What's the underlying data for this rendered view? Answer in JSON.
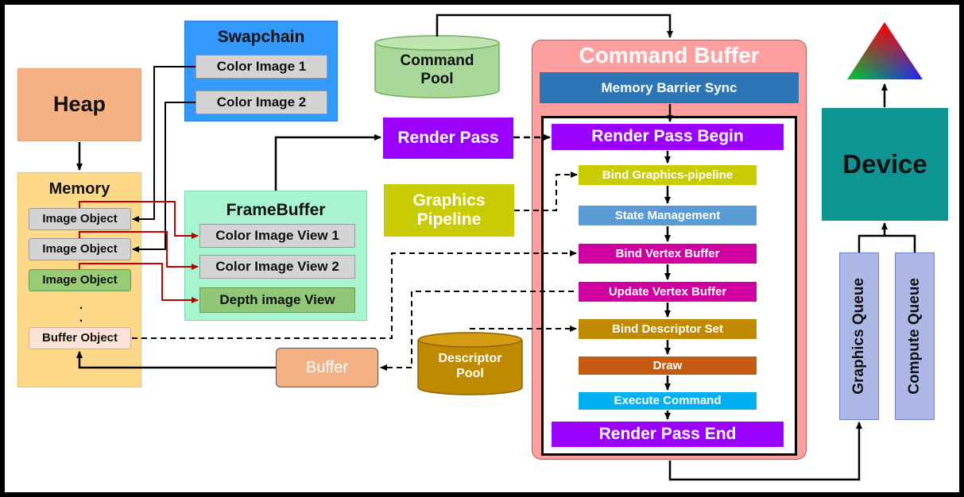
{
  "heap": "Heap",
  "memory": {
    "title": "Memory",
    "items": [
      "Image Object",
      "Image Object",
      "Image Object",
      "Buffer Object"
    ],
    "ellipsis": "."
  },
  "swapchain": {
    "title": "Swapchain",
    "items": [
      "Color Image 1",
      "Color Image 2"
    ]
  },
  "framebuffer": {
    "title": "FrameBuffer",
    "items": [
      "Color Image View 1",
      "Color Image View 2",
      "Depth image View"
    ]
  },
  "command_pool": "Command Pool",
  "render_pass": "Render Pass",
  "graphics_pipeline": "Graphics Pipeline",
  "descriptor_pool": "Descriptor Pool",
  "buffer": "Buffer",
  "command_buffer": {
    "title": "Command Buffer",
    "sync": "Memory Barrier Sync",
    "begin": "Render Pass Begin",
    "steps": [
      "Bind Graphics-pipeline",
      "State Management",
      "Bind Vertex Buffer",
      "Update Vertex Buffer",
      "Bind Descriptor Set",
      "Draw",
      "Execute Command"
    ],
    "end": "Render Pass End"
  },
  "device": "Device",
  "queues": [
    "Graphics Queue",
    "Compute Queue"
  ],
  "colors": {
    "heap": "#f4b183",
    "memory": "#ffd98a",
    "swapchain": "#3399ff",
    "framebuffer": "#a9f5d0",
    "cmd_buffer": "#ff9f9f",
    "render_pass": "#9900ff",
    "pipeline": "#c9cc00",
    "magenta": "#d000a0",
    "device": "#0f9494",
    "queue": "#aeb8e6"
  }
}
